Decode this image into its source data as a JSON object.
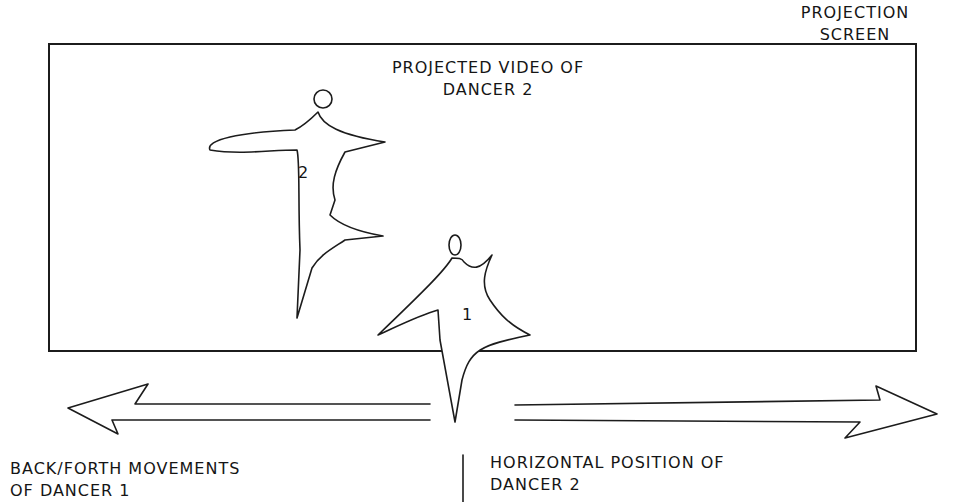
{
  "diagram": {
    "nodes": [
      {
        "text": [
          "PROJECTION SCREEN",
          "PROJECTED VIDEO OF DANCER 2"
        ]
      }
    ],
    "labels": [
      "2",
      "1",
      "BACK/FORTH MOVEMENTS OF DANCER 1",
      "HORIZONTAL POSITION OF DANCER 2"
    ]
  }
}
